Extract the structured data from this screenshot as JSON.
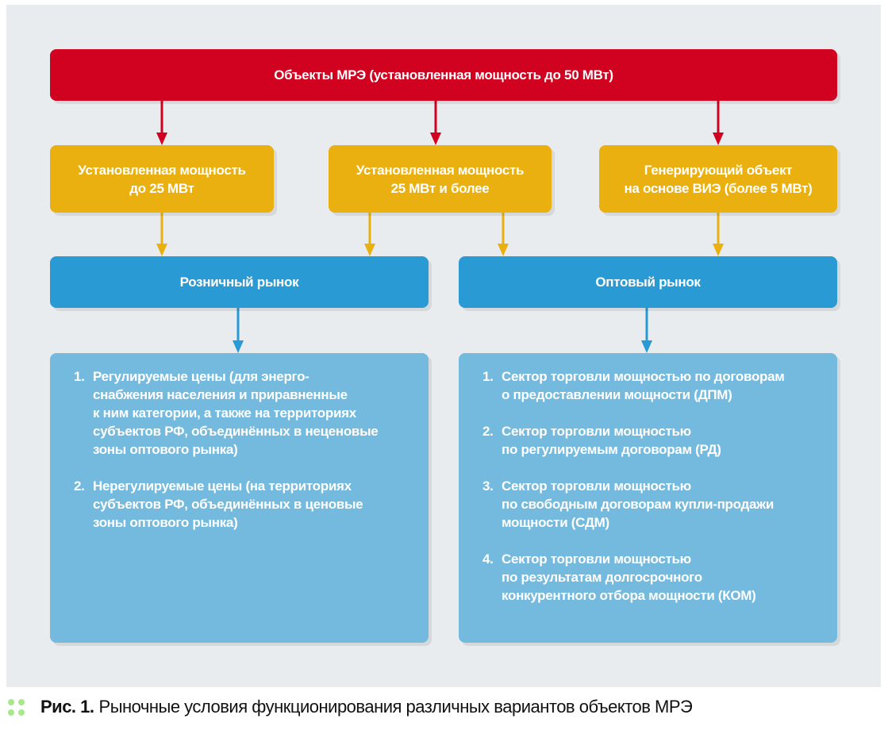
{
  "colors": {
    "red": "#d0021f",
    "yellow": "#e9b00f",
    "blue": "#2a9ad4",
    "light_blue": "#73bade",
    "panel": "#e8ecef"
  },
  "top": "Объекты МРЭ (установленная мощность до 50 МВт)",
  "categories": [
    {
      "lines": [
        "Установленная мощность",
        "до 25 МВт"
      ]
    },
    {
      "lines": [
        "Установленная мощность",
        "25 МВт и более"
      ]
    },
    {
      "lines": [
        "Генерирующий объект",
        "на основе ВИЭ (более 5 МВт)"
      ]
    }
  ],
  "markets": {
    "retail": "Розничный рынок",
    "wholesale": "Оптовый рынок"
  },
  "retail_items": [
    {
      "num": "1.",
      "lines": [
        "Регулируемые цены (для энерго-",
        "снабжения населения и приравненные",
        "к ним категории, а также на территориях",
        "субъектов РФ, объединённых в неценовые",
        "зоны оптового рынка)"
      ]
    },
    {
      "num": "2.",
      "lines": [
        "Нерегулируемые цены (на территориях",
        "субъектов РФ, объединённых в ценовые",
        "зоны оптового рынка)"
      ]
    }
  ],
  "wholesale_items": [
    {
      "num": "1.",
      "lines": [
        "Сектор торговли мощностью по договорам",
        "о предоставлении мощности (ДПМ)"
      ]
    },
    {
      "num": "2.",
      "lines": [
        "Сектор торговли мощностью",
        "по регулируемым договорам (РД)"
      ]
    },
    {
      "num": "3.",
      "lines": [
        "Сектор торговли мощностью",
        "по свободным договорам купли-продажи",
        "мощности (СДМ)"
      ]
    },
    {
      "num": "4.",
      "lines": [
        "Сектор торговли мощностью",
        "по результатам долгосрочного",
        "конкурентного отбора мощности (КОМ)"
      ]
    }
  ],
  "caption": {
    "label": "Рис. 1.",
    "text": "Рыночные условия функционирования различных вариантов объектов МРЭ"
  }
}
